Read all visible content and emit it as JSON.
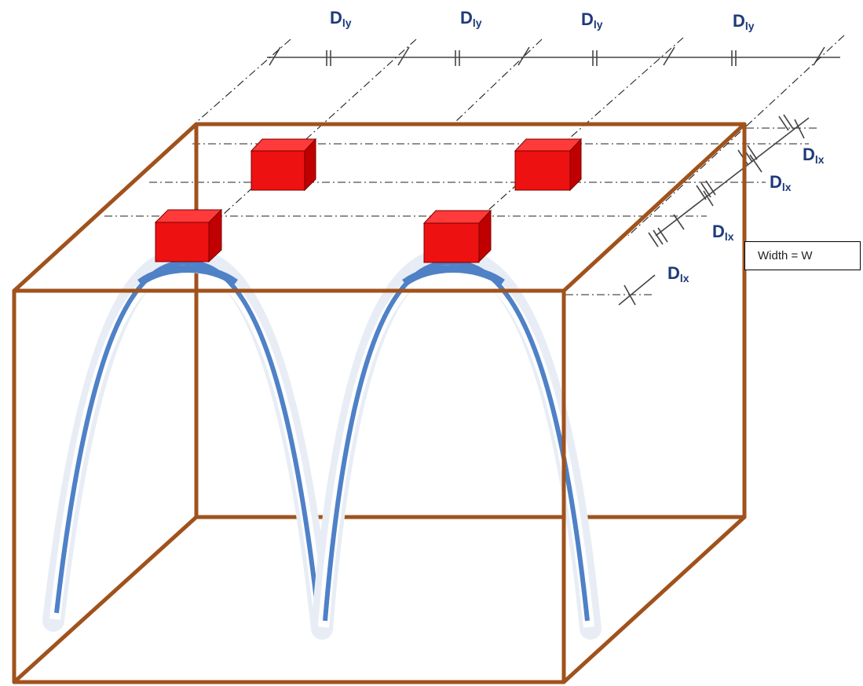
{
  "dimension_labels": {
    "spacing_y": [
      {
        "main": "D",
        "sub": "ly"
      },
      {
        "main": "D",
        "sub": "ly"
      },
      {
        "main": "D",
        "sub": "ly"
      },
      {
        "main": "D",
        "sub": "ly"
      }
    ],
    "spacing_x": [
      {
        "main": "D",
        "sub": "lx"
      },
      {
        "main": "D",
        "sub": "lx"
      },
      {
        "main": "D",
        "sub": "lx"
      },
      {
        "main": "D",
        "sub": "lx"
      }
    ]
  },
  "width_box": {
    "label": "Width = W"
  },
  "colors": {
    "box_edge": "#a0521c",
    "block_front": "#ee1111",
    "block_side": "#c00000",
    "block_top": "#ff3a3a",
    "arch_fill": "#4f81c7",
    "arch_glow": "#e8edf5",
    "guide_line": "#000000",
    "label_text": "#1f3a7a"
  }
}
